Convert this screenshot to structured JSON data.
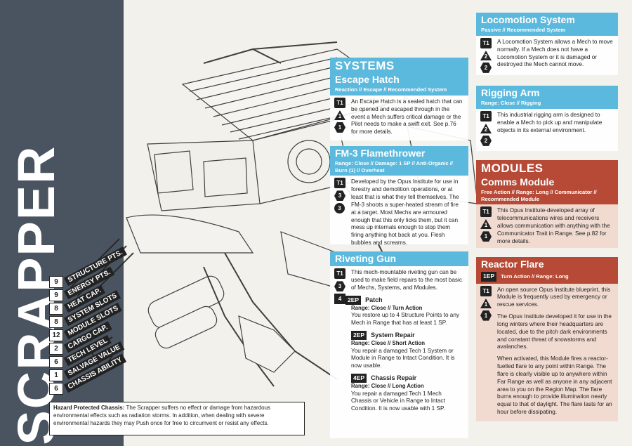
{
  "mech_name": "SCRAPPER",
  "stats": [
    {
      "value": "9",
      "label": "STRUCTURE PTS."
    },
    {
      "value": "9",
      "label": "ENERGY PTS."
    },
    {
      "value": "8",
      "label": "HEAT CAP."
    },
    {
      "value": "8",
      "label": "SYSTEM SLOTS"
    },
    {
      "value": "12",
      "label": "MODULE SLOTS"
    },
    {
      "value": "2",
      "label": "CARGO CAP."
    },
    {
      "value": "6",
      "label": "TECH LEVEL"
    },
    {
      "value": "1",
      "label": "SALVAGE VALUE"
    },
    {
      "value": "6",
      "label": "CHASSIS ABILITY"
    }
  ],
  "hazard": {
    "title": "Hazard Protected Chassis:",
    "text": "The Scrapper suffers no effect or damage from hazardous environmental effects such as radiation storms. In addition, when dealing with severe environmental hazards they may Push once for free to circumvent or resist any effects."
  },
  "systems": {
    "header": "SYSTEMS",
    "escape_hatch": {
      "title": "Escape Hatch",
      "subtitle": "Reaction // Escape // Recommended System",
      "badges": [
        "T1",
        "1",
        "1"
      ],
      "text": "An Escape Hatch is a sealed hatch that can be opened and escaped through in the event a Mech suffers critical damage or the Pilot needs to make a swift exit. See p.76 for more details."
    },
    "flamethrower": {
      "title": "FM-3 Flamethrower",
      "subtitle": "Range: Close // Damage: 1 SP // Anti-Organic // Burn (1) // Overheat",
      "badges": [
        "T1",
        "3",
        "3"
      ],
      "text": "Developed by the Opus Institute for use in forestry and demolition operations, or at least that is what they tell themselves. The FM-3 shoots a super-heated stream of fire at a target. Most Mechs are armoured enough that this only licks them, but it can mess up internals enough to stop them firing anything hot back at you. Flesh bubbles and screams."
    },
    "riveting_gun": {
      "title": "Riveting Gun",
      "badges": [
        "T1",
        "3",
        "4"
      ],
      "text": "This mech-mountable riveting gun can be used to make field repairs to the most basic of Mechs, Systems, and Modules.",
      "abilities": [
        {
          "ep": "2EP",
          "name": "Patch",
          "sub": "Range: Close // Turn Action",
          "text": "You restore up to 4 Structure Points to any Mech in Range that has at least 1 SP."
        },
        {
          "ep": "2EP",
          "name": "System Repair",
          "sub": "Range: Close // Short Action",
          "text": "You repair a damaged Tech 1 System or Module in Range to Intact Condition. It is now usable."
        },
        {
          "ep": "4EP",
          "name": "Chassis Repair",
          "sub": "Range: Close // Long Action",
          "text": "You repair a damaged Tech 1 Mech Chassis or Vehicle in Range to Intact Condition. It is now usable with 1 SP."
        }
      ]
    },
    "locomotion": {
      "title": "Locomotion System",
      "subtitle": "Passive // Recommended System",
      "badges": [
        "T1",
        "2",
        "2"
      ],
      "text": "A Locomotion System allows a Mech to move normally. If a Mech does not have a Locomotion System or it is damaged or destroyed the Mech cannot move."
    },
    "rigging_arm": {
      "title": "Rigging Arm",
      "subtitle": "Range: Close // Rigging",
      "badges": [
        "T1",
        "2",
        "2"
      ],
      "text": "This industrial rigging arm is designed to enable a Mech to pick up and manipulate objects in its external environment."
    }
  },
  "modules": {
    "header": "MODULES",
    "comms": {
      "title": "Comms Module",
      "subtitle": "Free Action // Range: Long // Communicator // Recommended Module",
      "badges": [
        "T1",
        "1",
        "1"
      ],
      "text": "This Opus Institute-developed array of telecommunications wires and receivers allows communication with anything with the Communicator Trait in Range. See p.82 for more details."
    },
    "reactor_flare": {
      "title": "Reactor Flare",
      "ep": "1EP",
      "subtitle": "Turn Action // Range: Long",
      "badges": [
        "T1",
        "1",
        "1"
      ],
      "paragraphs": [
        "An open source Opus Institute blueprint, this Module is frequently used by emergency or rescue services.",
        "The Opus Institute developed it for use in the long winters where their headquarters are located, due to the pitch dark environments and constant threat of snowstorms and avalanches.",
        "When activated, this Module fires a reactor-fuelled flare to any point within Range. The flare is clearly visible up to anywhere within Far Range as well as anyone in any adjacent area to you on the Region Map. The flare burns enough to provide illumination nearly equal to that of daylight. The flare lasts for an hour before dissipating."
      ]
    }
  },
  "colors": {
    "sidebar": "#4a5460",
    "systems_blue": "#5cb9de",
    "modules_red": "#b74a36"
  }
}
